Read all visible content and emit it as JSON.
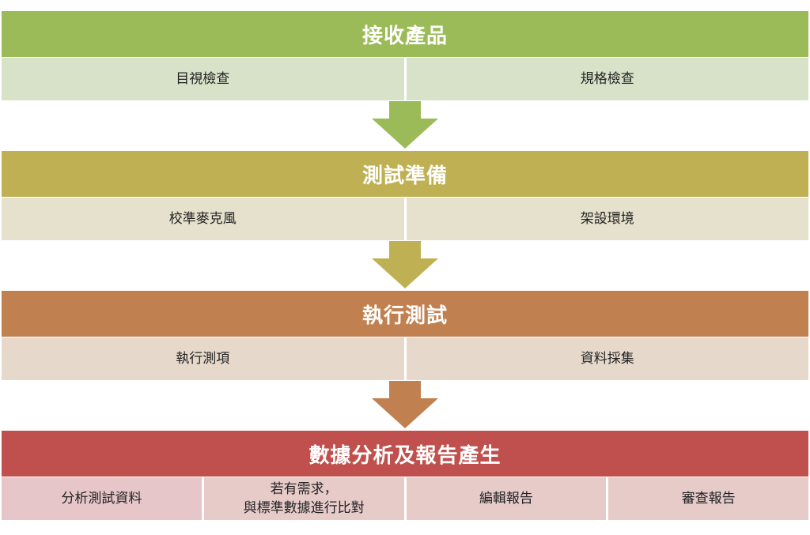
{
  "stages": [
    {
      "title": "接收產品",
      "header_color": "#9bbb59",
      "row_color": "#d8e2c9",
      "items": [
        "目視檢查",
        "規格檢查"
      ]
    },
    {
      "title": "測試準備",
      "header_color": "#bfb153",
      "row_color": "#e5e1cc",
      "items": [
        "校準麥克風",
        "架設環境"
      ]
    },
    {
      "title": "執行測試",
      "header_color": "#c1804f",
      "row_color": "#e6d9cb",
      "items": [
        "執行測項",
        "資料採集"
      ]
    },
    {
      "title": "數據分析及報告產生",
      "header_color": "#c0504d",
      "row_color": "#e6cbc9",
      "items": [
        "分析測試資料",
        "若有需求，",
        "與標準數據進行比對",
        "編輯報告",
        "審查報告"
      ]
    }
  ],
  "arrows": [
    {
      "color": "#9bbb59"
    },
    {
      "color": "#bfb153"
    },
    {
      "color": "#c1804f"
    }
  ]
}
